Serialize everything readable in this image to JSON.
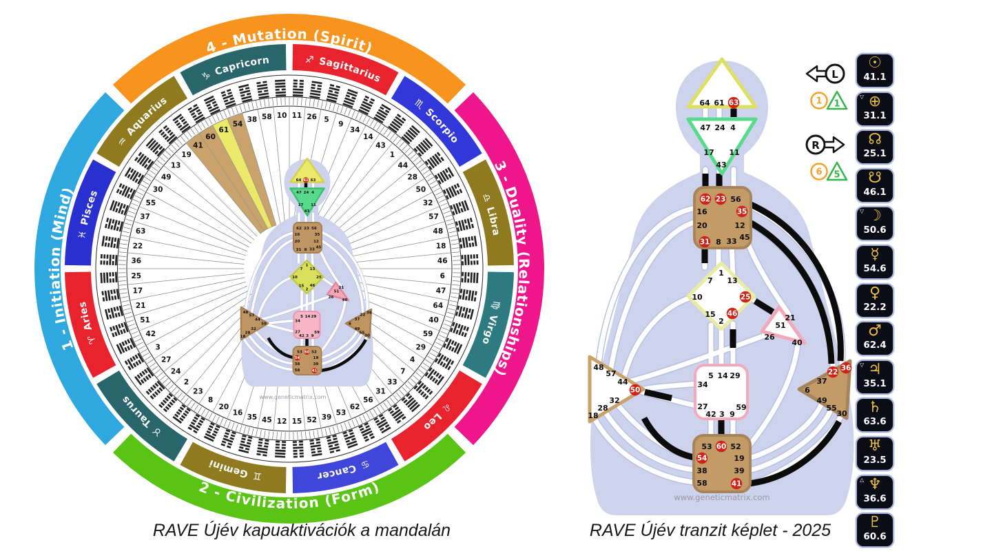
{
  "captions": {
    "left": "RAVE Újév kapuaktivációk a mandalán",
    "right": "RAVE Újév tranzit képlet - 2025"
  },
  "watermark": "www.geneticmatrix.com",
  "colors": {
    "activation_red": "#ce2418",
    "silhouette": "#cdd2ed",
    "tile_bg": "#0c0c16",
    "tile_border": "#a6b3d6",
    "tile_gold": "#e8c040",
    "wedge_tan": "#c9a36b",
    "wedge_yellow": "#ece96a",
    "defined_center_fill": "#c29b66",
    "open_center_strokes": {
      "head": "#dde060",
      "ajna": "#57da8b",
      "throat": "#ab8352",
      "g": "#e9eda2",
      "heart": "#f2a8b8",
      "spleen": "#c8a26a",
      "sacral": "#f4aabb",
      "solar_plexus": "#e8d9c2",
      "root": "#b08b57"
    },
    "mandala_center_fills": {
      "head": "#ece96a",
      "ajna": "#57da8b",
      "throat": "#bf9663",
      "g": "#d8e05c",
      "heart": "#f4a6b4",
      "spleen": "#bf9663",
      "sacral": "#f6b6c6",
      "solar_plexus": "#bf9663",
      "root": "#bf9663"
    },
    "mandala_center_strokes": {
      "head": "#d6d248",
      "ajna": "#3bbf70",
      "throat": "#a87f4f",
      "g": "#c2cc3e",
      "heart": "#e087a0",
      "spleen": "#a87f4f",
      "sacral": "#ee95ad",
      "solar_plexus": "#a87f4f",
      "root": "#a87f4f"
    }
  },
  "mandala": {
    "quadrants": [
      {
        "label": "4 - Mutation (Spirit)",
        "color": "#f7941e",
        "start": -45,
        "end": 45,
        "flip": false
      },
      {
        "label": "3 - Duality (Relationships)",
        "color": "#ef168c",
        "start": 45,
        "end": 135,
        "flip": false
      },
      {
        "label": "2 - Civilization (Form)",
        "color": "#59c414",
        "start": 135,
        "end": 225,
        "flip": true
      },
      {
        "label": "1 - Initiation (Mind)",
        "color": "#2fa8e0",
        "start": 225,
        "end": 315,
        "flip": false
      }
    ],
    "zodiac": [
      {
        "name": "Sagittarius",
        "symbol": "♐",
        "color": "#e8232e",
        "start": 0,
        "end": 30
      },
      {
        "name": "Scorpio",
        "symbol": "♏",
        "color": "#3137d8",
        "start": 30,
        "end": 60
      },
      {
        "name": "Libra",
        "symbol": "♎",
        "color": "#8f7a1f",
        "start": 60,
        "end": 90
      },
      {
        "name": "Virgo",
        "symbol": "♍",
        "color": "#2d7a80",
        "start": 90,
        "end": 120
      },
      {
        "name": "Leo",
        "symbol": "♌",
        "color": "#e8232e",
        "start": 120,
        "end": 150
      },
      {
        "name": "Cancer",
        "symbol": "♋",
        "color": "#3f46d9",
        "start": 150,
        "end": 180
      },
      {
        "name": "Gemini",
        "symbol": "♊",
        "color": "#8f7a1f",
        "start": 180,
        "end": 210
      },
      {
        "name": "Taurus",
        "symbol": "♉",
        "color": "#28666b",
        "start": 210,
        "end": 240
      },
      {
        "name": "Aries",
        "symbol": "♈",
        "color": "#e8232e",
        "start": 240,
        "end": 270
      },
      {
        "name": "Pisces",
        "symbol": "♓",
        "color": "#2a2fd0",
        "start": 270,
        "end": 300
      },
      {
        "name": "Aquarius",
        "symbol": "♒",
        "color": "#8f7a1f",
        "start": 300,
        "end": 330
      },
      {
        "name": "Capricorn",
        "symbol": "♑",
        "color": "#28666b",
        "start": 330,
        "end": 360
      }
    ],
    "gates_clockwise_from_top": [
      11,
      26,
      5,
      9,
      34,
      14,
      43,
      1,
      44,
      28,
      50,
      32,
      57,
      48,
      18,
      46,
      6,
      47,
      64,
      40,
      59,
      29,
      4,
      7,
      33,
      31,
      56,
      62,
      53,
      39,
      52,
      15,
      12,
      45,
      35,
      16,
      20,
      8,
      23,
      2,
      24,
      27,
      3,
      42,
      51,
      21,
      17,
      25,
      36,
      22,
      63,
      37,
      55,
      30,
      49,
      13,
      19,
      41,
      60,
      61,
      54,
      38,
      58,
      10
    ],
    "hexagrams": {
      "1": "111111",
      "2": "000000",
      "3": "100010",
      "4": "010001",
      "5": "111010",
      "6": "010111",
      "7": "010000",
      "8": "000010",
      "9": "111011",
      "10": "110111",
      "11": "111000",
      "12": "000111",
      "13": "101111",
      "14": "111101",
      "15": "001000",
      "16": "000100",
      "17": "100110",
      "18": "011001",
      "19": "110000",
      "20": "000011",
      "21": "100101",
      "22": "101001",
      "23": "000001",
      "24": "100000",
      "25": "100111",
      "26": "111001",
      "27": "100001",
      "28": "011110",
      "29": "010010",
      "30": "101101",
      "31": "001110",
      "32": "011100",
      "33": "001111",
      "34": "111100",
      "35": "000101",
      "36": "101000",
      "37": "101011",
      "38": "110101",
      "39": "001010",
      "40": "010100",
      "41": "110001",
      "42": "100011",
      "43": "111110",
      "44": "011111",
      "45": "000110",
      "46": "011000",
      "47": "010110",
      "48": "011010",
      "49": "101110",
      "50": "011101",
      "51": "100100",
      "52": "001001",
      "53": "001011",
      "54": "110100",
      "55": "101100",
      "56": "001101",
      "57": "011011",
      "58": "110110",
      "59": "010011",
      "60": "110010",
      "61": "110011",
      "62": "001100",
      "63": "101010",
      "64": "010101"
    },
    "highlighted_wedges": [
      {
        "gate": 41,
        "color": "#c9a36b"
      },
      {
        "gate": 60,
        "color": "#c9a36b"
      },
      {
        "gate": 61,
        "color": "#ece96a"
      },
      {
        "gate": 54,
        "color": "#c9a36b"
      }
    ],
    "bodygraph_activated": [
      61,
      41,
      60,
      54
    ]
  },
  "bodygraph_gates": {
    "head": [
      64,
      61,
      63
    ],
    "ajna": [
      47,
      24,
      4,
      17,
      11,
      43
    ],
    "throat": [
      62,
      23,
      56,
      16,
      35,
      20,
      12,
      45,
      31,
      8,
      33
    ],
    "g": [
      1,
      7,
      13,
      10,
      25,
      15,
      46,
      2
    ],
    "heart": [
      21,
      51,
      26,
      40
    ],
    "spleen": [
      48,
      57,
      44,
      50,
      32,
      28,
      18
    ],
    "sacral": [
      5,
      14,
      29,
      34,
      27,
      59,
      42,
      3,
      9
    ],
    "solar_plexus": [
      22,
      36,
      37,
      6,
      49,
      55,
      30
    ],
    "root": [
      53,
      60,
      52,
      54,
      19,
      38,
      39,
      58,
      41
    ]
  },
  "transit_chart": {
    "activated": [
      63,
      62,
      23,
      35,
      31,
      25,
      46,
      50,
      22,
      36,
      60,
      54,
      41
    ],
    "defined_centers": [
      "throat",
      "solar_plexus",
      "root"
    ]
  },
  "legend": {
    "left_arrow": {
      "letter": "L",
      "circle_value": "1",
      "triangle_value": "1"
    },
    "right_arrow": {
      "letter": "R",
      "circle_value": "6",
      "triangle_value": "5"
    }
  },
  "planets": [
    {
      "name": "sun",
      "glyph": "☉",
      "value": "41.1",
      "marker": null
    },
    {
      "name": "earth",
      "glyph": "⊕",
      "value": "31.1",
      "marker": "▽"
    },
    {
      "name": "north-node",
      "glyph": "☊",
      "value": "25.1",
      "marker": null
    },
    {
      "name": "south-node",
      "glyph": "☋",
      "value": "46.1",
      "marker": null
    },
    {
      "name": "moon",
      "glyph": "☽",
      "value": "50.6",
      "marker": "▽"
    },
    {
      "name": "mercury",
      "glyph": "☿",
      "value": "54.6",
      "marker": null
    },
    {
      "name": "venus",
      "glyph": "♀",
      "value": "22.2",
      "marker": null
    },
    {
      "name": "mars",
      "glyph": "♂",
      "value": "62.4",
      "marker": null
    },
    {
      "name": "jupiter",
      "glyph": "♃",
      "value": "35.1",
      "marker": "▽"
    },
    {
      "name": "saturn",
      "glyph": "♄",
      "value": "63.6",
      "marker": null
    },
    {
      "name": "uranus",
      "glyph": "♅",
      "value": "23.5",
      "marker": null
    },
    {
      "name": "neptune",
      "glyph": "♆",
      "value": "36.6",
      "marker": "△"
    },
    {
      "name": "pluto",
      "glyph": "♇",
      "value": "60.6",
      "marker": null
    }
  ]
}
